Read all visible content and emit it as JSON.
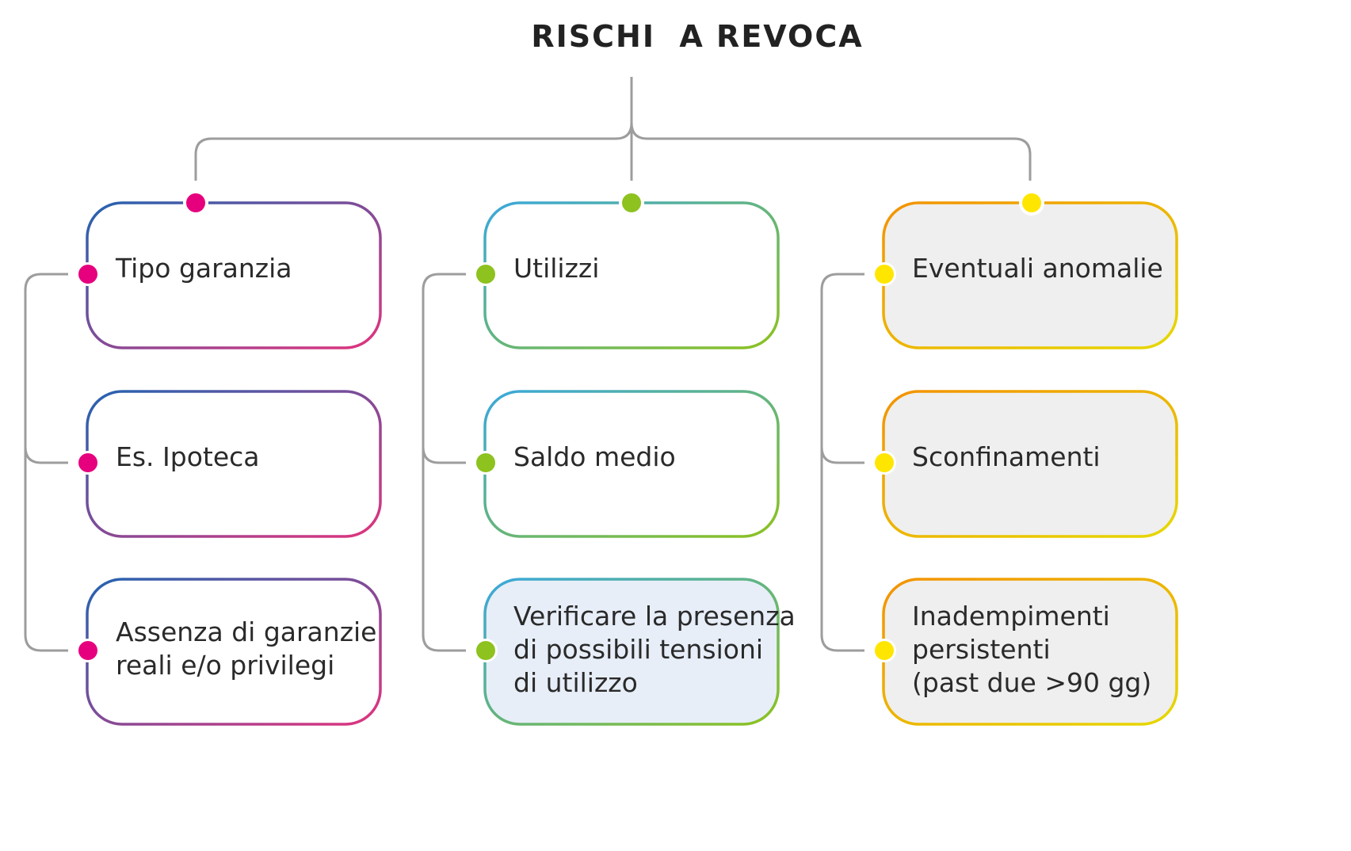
{
  "title": "RISCHI  A REVOCA",
  "columns": [
    {
      "accent": "#e6007e",
      "gradient": [
        "#2463b0",
        "#e0347e"
      ],
      "fill": "#ffffff",
      "items": [
        {
          "label": "Tipo garanzia"
        },
        {
          "label": "Es. Ipoteca"
        },
        {
          "label": "Assenza di garanzie\nreali e/o privilegi"
        }
      ]
    },
    {
      "accent": "#8dc21f",
      "gradient": [
        "#3aa8dc",
        "#8dc21f"
      ],
      "fill": "#ffffff",
      "items": [
        {
          "label": "Utilizzi"
        },
        {
          "label": "Saldo medio"
        },
        {
          "label": "Verificare la presenza\ndi possibili tensioni\ndi utilizzo",
          "fill": "#e7eef8"
        }
      ]
    },
    {
      "accent": "#ffe600",
      "gradient": [
        "#f39200",
        "#e6d800"
      ],
      "fill": "#efefef",
      "items": [
        {
          "label": "Eventuali anomalie"
        },
        {
          "label": "Sconfinamenti"
        },
        {
          "label": "Inadempimenti\npersistenti\n(past due >90 gg)"
        }
      ]
    }
  ],
  "connector_color": "#9d9d9d"
}
